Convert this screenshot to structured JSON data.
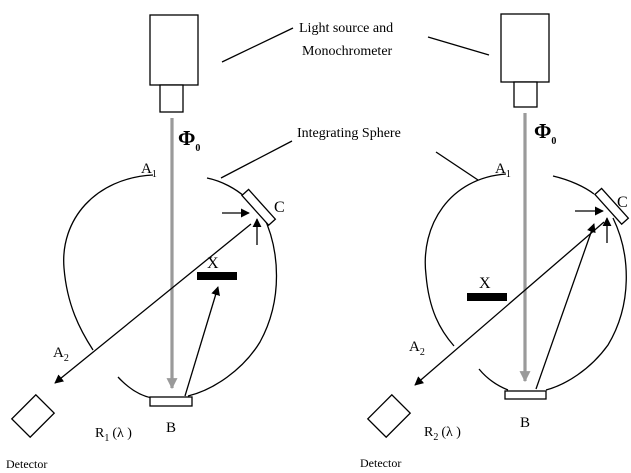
{
  "labels": {
    "light_source": "Light source and",
    "monochrometer": "Monochrometer",
    "integrating_sphere": "Integrating Sphere",
    "phi": "Φ",
    "phi_sub": "0",
    "a": "A",
    "a1_sub": "1",
    "a2_sub": "2",
    "c": "C",
    "x": "X",
    "b": "B",
    "detector": "Detector",
    "r1": "R",
    "r1_sub": "1",
    "r2": "R",
    "r2_sub": "2",
    "lambda": "(λ )"
  },
  "colors": {
    "beam": "#9a9a9a",
    "line": "#000000",
    "background": "#ffffff"
  }
}
